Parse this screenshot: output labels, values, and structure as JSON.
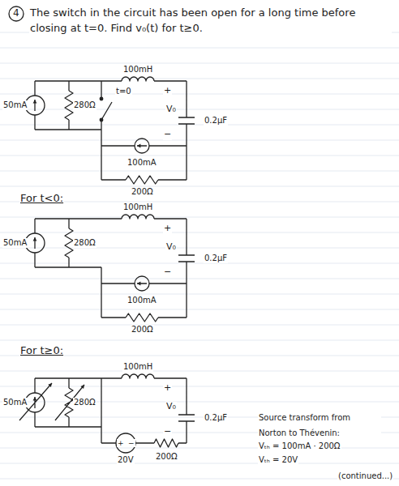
{
  "diagram": {
    "labels": [
      "4",
      "The switch in the circuit has been open for a long time before closing at t=0. Find v₀(t) for t≥0.",
      "50mA",
      "280Ω",
      "t=0",
      "100mH",
      "+",
      "V₀",
      "−",
      "0.2μF",
      "100mA",
      "200Ω",
      "For t<0:",
      "50mA",
      "280Ω",
      "100mH",
      "+",
      "V₀",
      "−",
      "0.2μF",
      "100mA",
      "200Ω",
      "For t≥0:",
      "50mA",
      "280Ω",
      "100mH",
      "+",
      "V₀",
      "−",
      "0.2μF",
      "+",
      "−",
      "20V",
      "200Ω",
      "Source transform from Norton to Thévenin:",
      "Vₜₕ = 100mA · 200Ω",
      "Vₜₕ = 20V",
      "(continued...)"
    ]
  }
}
